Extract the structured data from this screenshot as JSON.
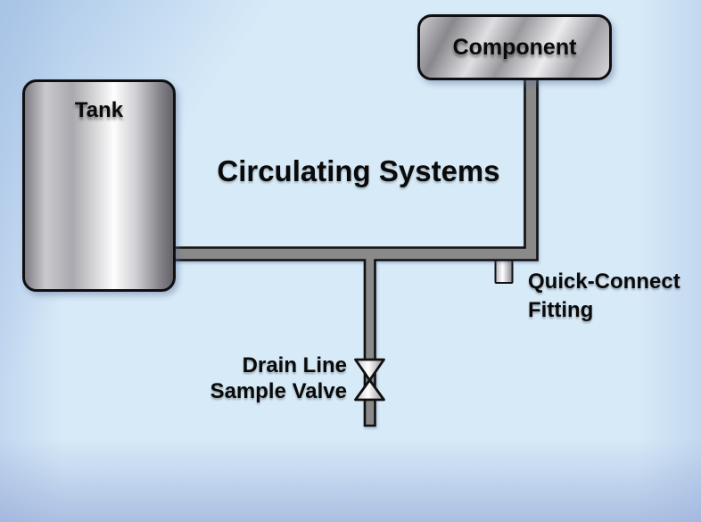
{
  "diagram": {
    "title": "Circulating Systems",
    "tank": {
      "label": "Tank"
    },
    "component": {
      "label": "Component"
    },
    "quick_connect": {
      "line1": "Quick-Connect",
      "line2": "Fitting"
    },
    "drain": {
      "line1": "Drain Line",
      "line2": "Sample Valve"
    },
    "colors": {
      "background": "#d7eaf8",
      "background_edge": "#a4c1e5",
      "pipe_fill": "#8a8a8a",
      "outline": "#101010",
      "metal_light": "#fdfdfd",
      "metal_dark": "#636369",
      "text": "#0a0a0a"
    }
  }
}
